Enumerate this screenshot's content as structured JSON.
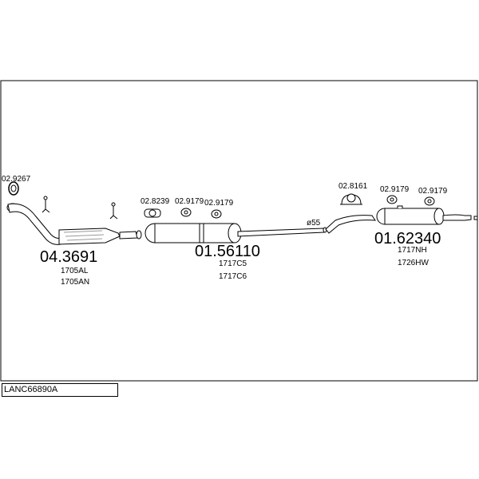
{
  "parts": {
    "front_pipe": {
      "code": "04.3691",
      "refs": [
        "1705AL",
        "1705AN"
      ]
    },
    "middle_silencer": {
      "code": "01.56110",
      "refs": [
        "1717C5",
        "1717C6"
      ]
    },
    "rear_silencer": {
      "code": "01.62340",
      "refs": [
        "1717NH",
        "1726HW"
      ]
    }
  },
  "small_parts": {
    "gasket_front": "02.9267",
    "clamp_a": "02.8239",
    "hanger_a": "02.9179",
    "hanger_b": "02.9179",
    "clamp_b": "02.8161",
    "hanger_c": "02.9179",
    "hanger_d": "02.9179"
  },
  "pipe_dimension": "ø55",
  "model_label": "LANC66890A",
  "colors": {
    "line": "#000000",
    "fill": "#ffffff",
    "shade": "#bbbbbb"
  }
}
